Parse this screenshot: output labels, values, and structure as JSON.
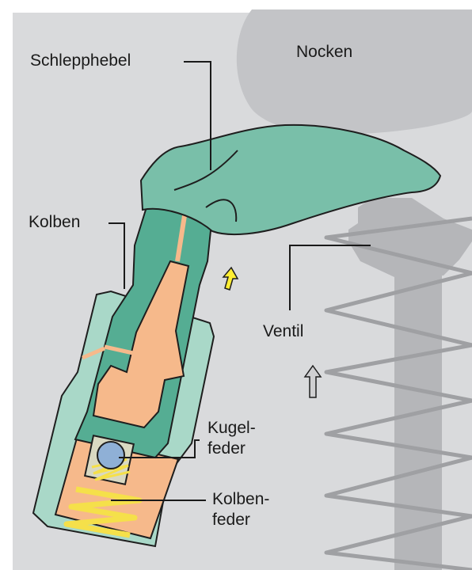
{
  "labels": {
    "schlepphebel": "Schlepphebel",
    "nocken": "Nocken",
    "kolben": "Kolben",
    "ventil": "Ventil",
    "kugelfeder_line1": "Kugel-",
    "kugelfeder_line2": "feder",
    "kolbenfeder_line1": "Kolben-",
    "kolbenfeder_line2": "feder"
  },
  "colors": {
    "background": "#d9dadc",
    "cam": "#c3c4c7",
    "valve": "#b5b6b9",
    "valve_spring": "#9fa0a3",
    "rocker_arm": "#79bfa9",
    "piston": "#55ad93",
    "housing": "#a9d8c8",
    "oil": "#f6b98b",
    "spring": "#f5e04a",
    "ball": "#8fb0d6",
    "arrow_yellow": "#ffee33",
    "arrow_grey": "#cfcfd1",
    "leader_line": "#1a1a1a"
  },
  "icons": {
    "motion_arrow_rocker": "yellow-up-arrow",
    "motion_arrow_valve": "grey-up-arrow"
  }
}
